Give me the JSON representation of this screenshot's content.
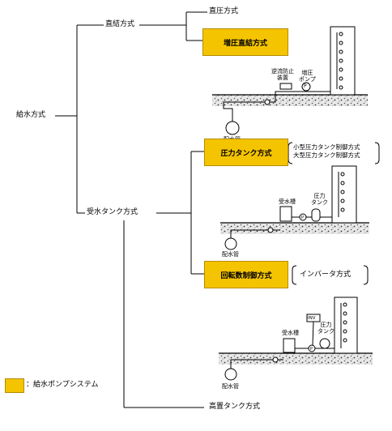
{
  "colors": {
    "system_fill": "#f5c400",
    "line": "#000000",
    "ground": "#cfcfcf"
  },
  "root": "給水方式",
  "direct": {
    "label": "直結方式",
    "children": {
      "direct_pressure": "直圧方式",
      "booster": "増圧直結方式"
    },
    "figure": {
      "backflow_device": [
        "逆流防止",
        "装置"
      ],
      "booster_pump": [
        "増圧",
        "ポンプ"
      ],
      "pump_symbol": "P",
      "main_pipe": "配水管"
    }
  },
  "tank": {
    "label": "受水タンク方式",
    "pressure_tank": {
      "label": "圧力タンク方式",
      "variants": [
        "小型圧力タンク制御方式",
        "大型圧力タンク制御方式"
      ],
      "figure": {
        "receiving_tank": "受水槽",
        "pressure_tank": [
          "圧力",
          "タンク"
        ],
        "pump_symbol": "P",
        "main_pipe": "配水管"
      }
    },
    "rpm_control": {
      "label": "回転数制御方式",
      "variant": "インバータ方式",
      "figure": {
        "inverter": "INV",
        "receiving_tank": "受水槽",
        "pressure_tank": [
          "圧力",
          "タンク"
        ],
        "pump_symbol": "P",
        "main_pipe": "配水管"
      }
    },
    "elevated": "高置タンク方式"
  },
  "legend": {
    "label": "：給水ポンプシステム"
  }
}
